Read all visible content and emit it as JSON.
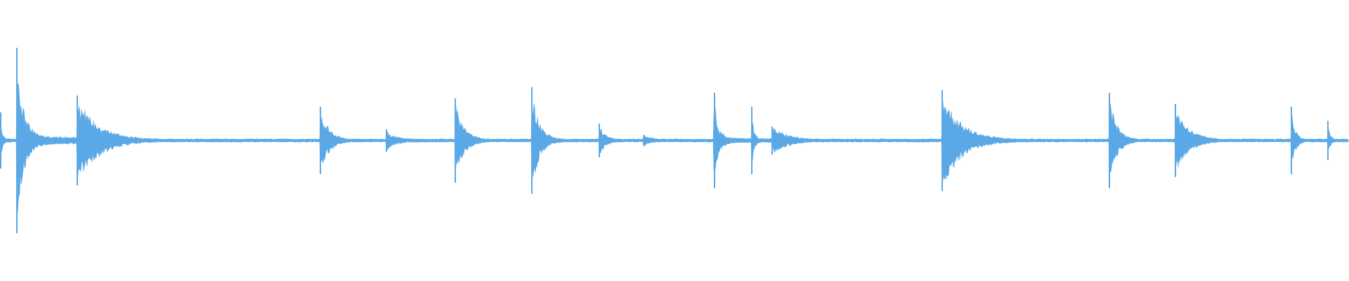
{
  "waveform": {
    "color": "#5AA9E6",
    "background": "#FFFFFF",
    "baseline_amplitude": 0.006,
    "decay_rate": 9,
    "onsets": [
      {
        "time": 0.0,
        "amplitude": 0.1,
        "duration": 0.012,
        "sustain": 0.06
      },
      {
        "time": 0.012,
        "amplitude": 0.33,
        "duration": 0.045,
        "sustain": 0.04
      },
      {
        "time": 0.057,
        "amplitude": 0.16,
        "duration": 0.14,
        "sustain": 0.02
      },
      {
        "time": 0.237,
        "amplitude": 0.12,
        "duration": 0.06,
        "sustain": 0.02
      },
      {
        "time": 0.286,
        "amplitude": 0.04,
        "duration": 0.05,
        "sustain": 0.15
      },
      {
        "time": 0.337,
        "amplitude": 0.15,
        "duration": 0.057,
        "sustain": 0.02
      },
      {
        "time": 0.394,
        "amplitude": 0.19,
        "duration": 0.05,
        "sustain": 0.02
      },
      {
        "time": 0.444,
        "amplitude": 0.06,
        "duration": 0.04,
        "sustain": 0.05
      },
      {
        "time": 0.477,
        "amplitude": 0.02,
        "duration": 0.05,
        "sustain": 0.2
      },
      {
        "time": 0.529,
        "amplitude": 0.17,
        "duration": 0.028,
        "sustain": 0.05
      },
      {
        "time": 0.557,
        "amplitude": 0.12,
        "duration": 0.015,
        "sustain": 0.06
      },
      {
        "time": 0.572,
        "amplitude": 0.05,
        "duration": 0.12,
        "sustain": 0.02
      },
      {
        "time": 0.698,
        "amplitude": 0.18,
        "duration": 0.124,
        "sustain": 0.02
      },
      {
        "time": 0.822,
        "amplitude": 0.17,
        "duration": 0.049,
        "sustain": 0.02
      },
      {
        "time": 0.871,
        "amplitude": 0.13,
        "duration": 0.086,
        "sustain": 0.02
      },
      {
        "time": 0.957,
        "amplitude": 0.12,
        "duration": 0.027,
        "sustain": 0.02
      },
      {
        "time": 0.984,
        "amplitude": 0.07,
        "duration": 0.016,
        "sustain": 0.04
      }
    ]
  }
}
